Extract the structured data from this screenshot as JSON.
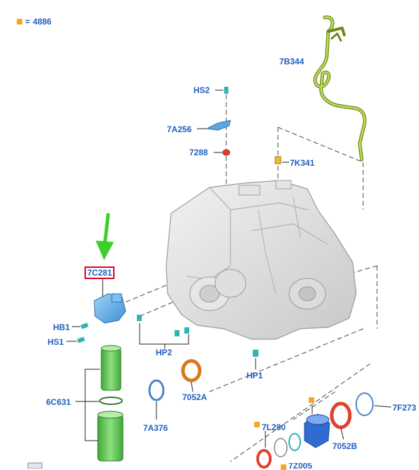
{
  "legend": {
    "marker_color": "#f5a623",
    "symbol": "=",
    "value": "4886"
  },
  "colors": {
    "label": "#1f5fbf",
    "highlight_box": "#e0001b",
    "pointer_arrow": "#3ccf2a",
    "oil_cooler_tube": "#a4c43b",
    "filter_body": "#59c447",
    "solenoid_body": "#5aa9e6",
    "seal_orange": "#d77a1f",
    "seal_red": "#e0412a",
    "ring_blue": "#4c86c9",
    "ring_teal": "#2fb3b3",
    "housing": "#d8d8d8"
  },
  "labels": {
    "hs2": "HS2",
    "a7b344": "7B344",
    "a7a256": "7A256",
    "a7288": "7288",
    "a7k341": "7K341",
    "a7c281": "7C281",
    "hb1": "HB1",
    "hs1": "HS1",
    "hp2": "HP2",
    "hp1": "HP1",
    "a6c631": "6C631",
    "a7052a": "7052A",
    "a7a376": "7A376",
    "a7l280": "7L280",
    "a7052b": "7052B",
    "a7f273": "7F273",
    "a7z005": "7Z005"
  }
}
